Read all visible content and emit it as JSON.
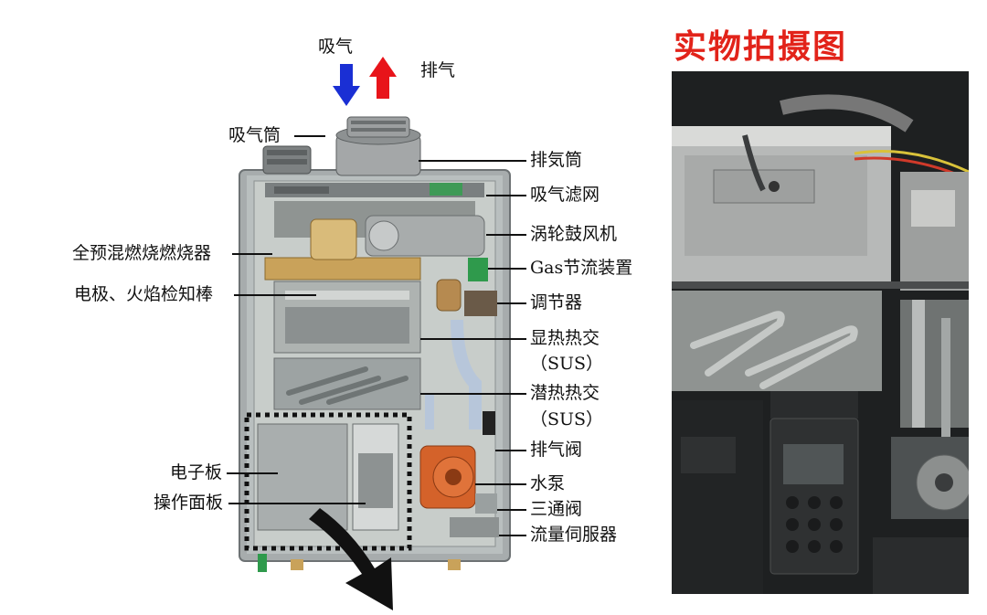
{
  "diagram": {
    "airflow": {
      "intake": "吸气",
      "exhaust": "排气",
      "intake_color": "#1a2fd4",
      "exhaust_color": "#e8141a"
    },
    "left_labels": {
      "intake_pipe": "吸气筒",
      "premix_burner": "全预混燃烧燃烧器",
      "electrode": "电极、火焰检知棒",
      "electronic_board": "电子板",
      "operation_panel": "操作面板"
    },
    "right_labels": {
      "exhaust_pipe": "排気筒",
      "intake_filter": "吸气滤网",
      "turbo_blower": "涡轮鼓风机",
      "gas_throttle": "Gas节流装置",
      "regulator": "调节器",
      "sensible_hx": "显热热交",
      "sensible_hx_material": "（SUS）",
      "latent_hx": "潜热热交",
      "latent_hx_material": "（SUS）",
      "exhaust_valve": "排气阀",
      "water_pump": "水泵",
      "three_way_valve": "三通阀",
      "flow_servo": "流量伺服器"
    }
  },
  "photo": {
    "title": "实物拍摄图",
    "title_color": "#e2231a"
  }
}
